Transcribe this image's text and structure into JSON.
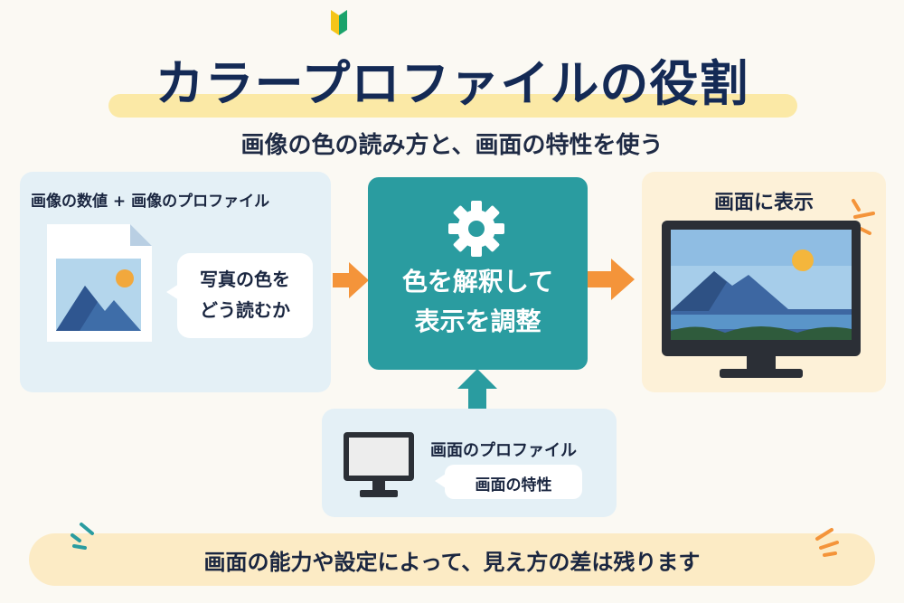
{
  "header": {
    "title": "カラープロファイルの役割",
    "subtitle": "画像の色の読み方と、画面の特性を使う"
  },
  "left_card": {
    "title": "画像の数値 + 画像のプロファイル",
    "bubble_lines": [
      "写真の色を",
      "どう読むか"
    ],
    "icon": "image-document-icon"
  },
  "center_box": {
    "lines": [
      "色を解釈して",
      "表示を調整"
    ],
    "icon": "gear-icon"
  },
  "right_card": {
    "title": "画面に表示",
    "icon": "monitor-landscape-icon"
  },
  "bottom_card": {
    "title": "画面のプロファイル",
    "bubble": "画面の特性",
    "icon": "monitor-icon"
  },
  "footer": {
    "text": "画面の能力や設定によって、見え方の差は残ります"
  },
  "colors": {
    "title_navy": "#142a55",
    "title_highlight": "#fbe9a6",
    "card_blue": "#e4f0f6",
    "card_cream": "#fdf1d8",
    "teal": "#2a9ca0",
    "arrow_orange": "#f4943a",
    "footer_cream": "#fcebc5"
  }
}
